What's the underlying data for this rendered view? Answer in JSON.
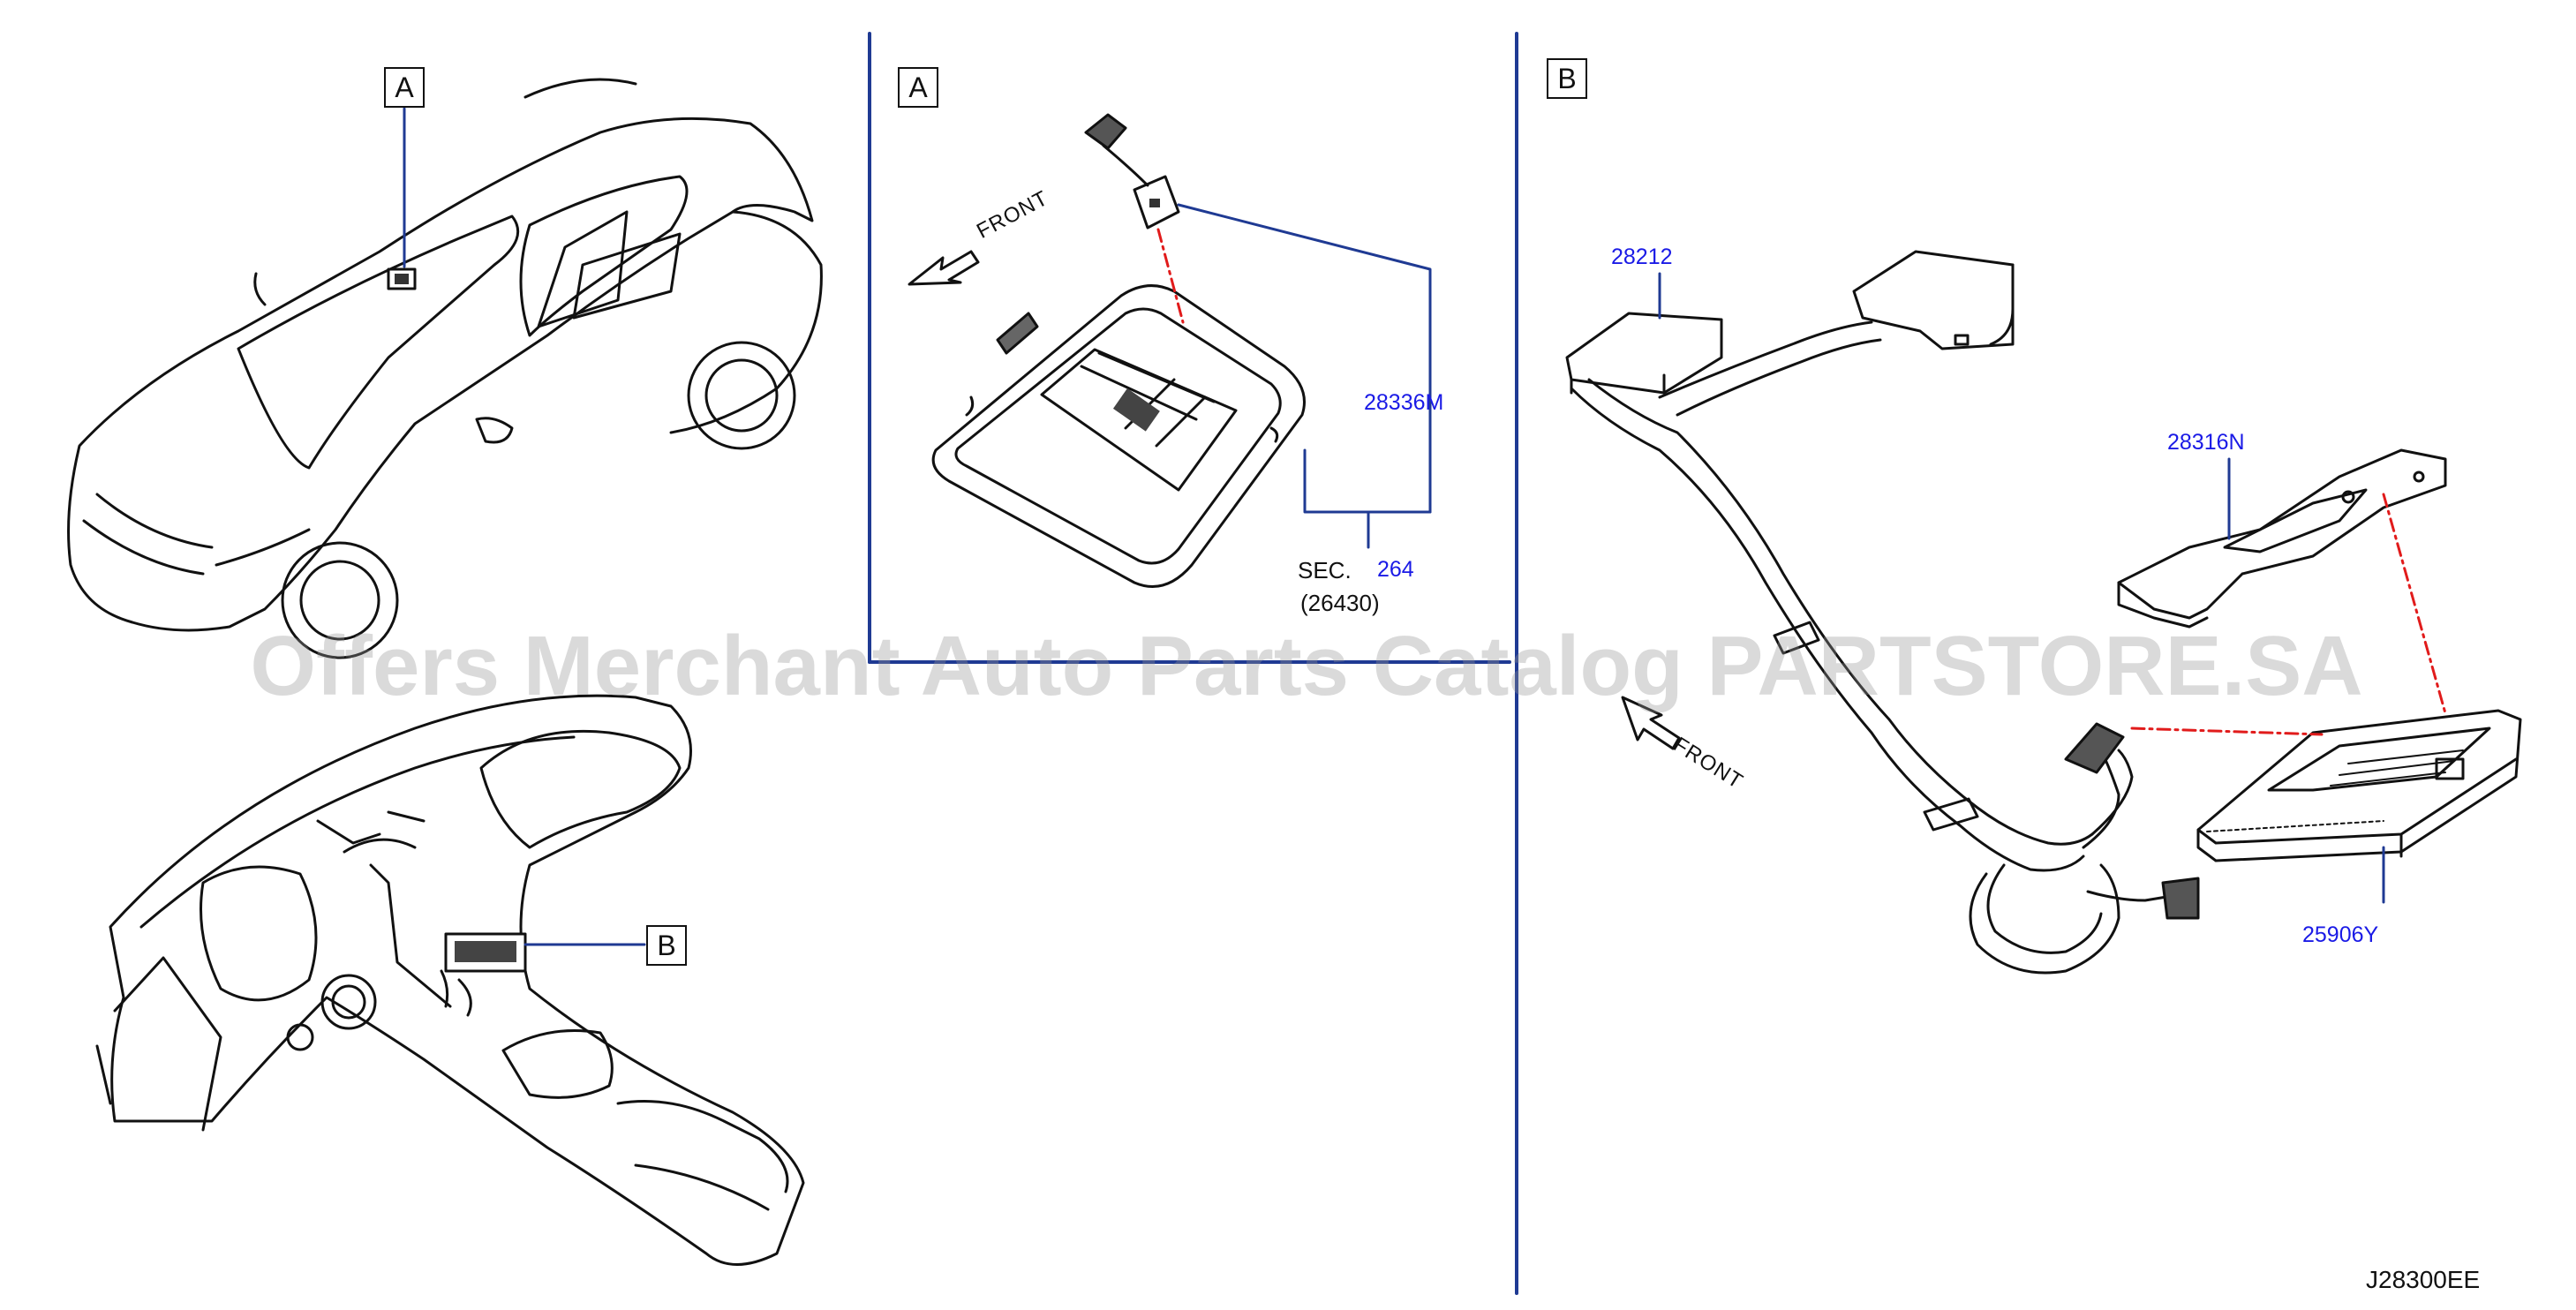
{
  "callouts": {
    "car_ref": "A",
    "dash_ref": "B",
    "panel_a": "A",
    "panel_b": "B"
  },
  "parts": {
    "p28336M": "28336M",
    "p28212": "28212",
    "p28316N": "28316N",
    "p25906Y": "25906Y",
    "sec_prefix": "SEC.",
    "sec_num": "264",
    "sec_sub": "(26430)"
  },
  "direction": {
    "front_a": "FRONT",
    "front_b": "FRONT"
  },
  "watermark": "Offers Merchant Auto Parts Catalog PARTSTORE.SA",
  "diagram_code": "J28300EE",
  "colors": {
    "leader": "#1f3a93",
    "dashed": "#e11b1b",
    "line": "#111111",
    "part_number": "#1a1ae6"
  }
}
